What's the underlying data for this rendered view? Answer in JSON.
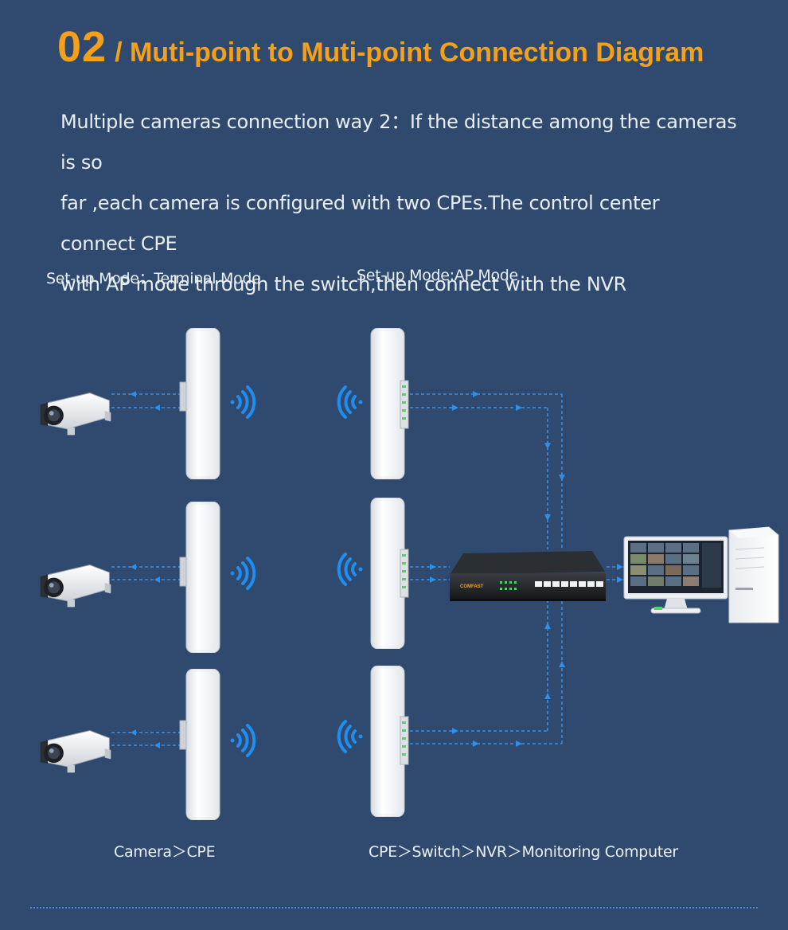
{
  "header": {
    "number": "02",
    "title": "/ Muti-point to Muti-point Connection Diagram"
  },
  "description": [
    "Multiple cameras connection way 2：If the distance among the cameras is so",
    "far ,each camera is configured with two CPEs.The control center connect CPE",
    "with AP mode through the switch,then connect with the NVR"
  ],
  "labels": {
    "left_mode": "Set-up Mode：Terminal Mode",
    "right_mode": "Set-up Mode:AP Mode",
    "left_caption": "Camera＞CPE",
    "right_caption": "CPE＞Switch＞NVR＞Monitoring Computer"
  },
  "switch": {
    "brand": "COMFAST"
  },
  "colors": {
    "background": "#2f4a6e",
    "accent": "#f5a01a",
    "link": "#3a8fe6",
    "text": "#eaf0f7"
  },
  "icons": [
    "camera-icon",
    "cpe-device-icon",
    "wifi-signal-icon",
    "switch-icon",
    "monitor-icon",
    "pc-tower-icon"
  ]
}
